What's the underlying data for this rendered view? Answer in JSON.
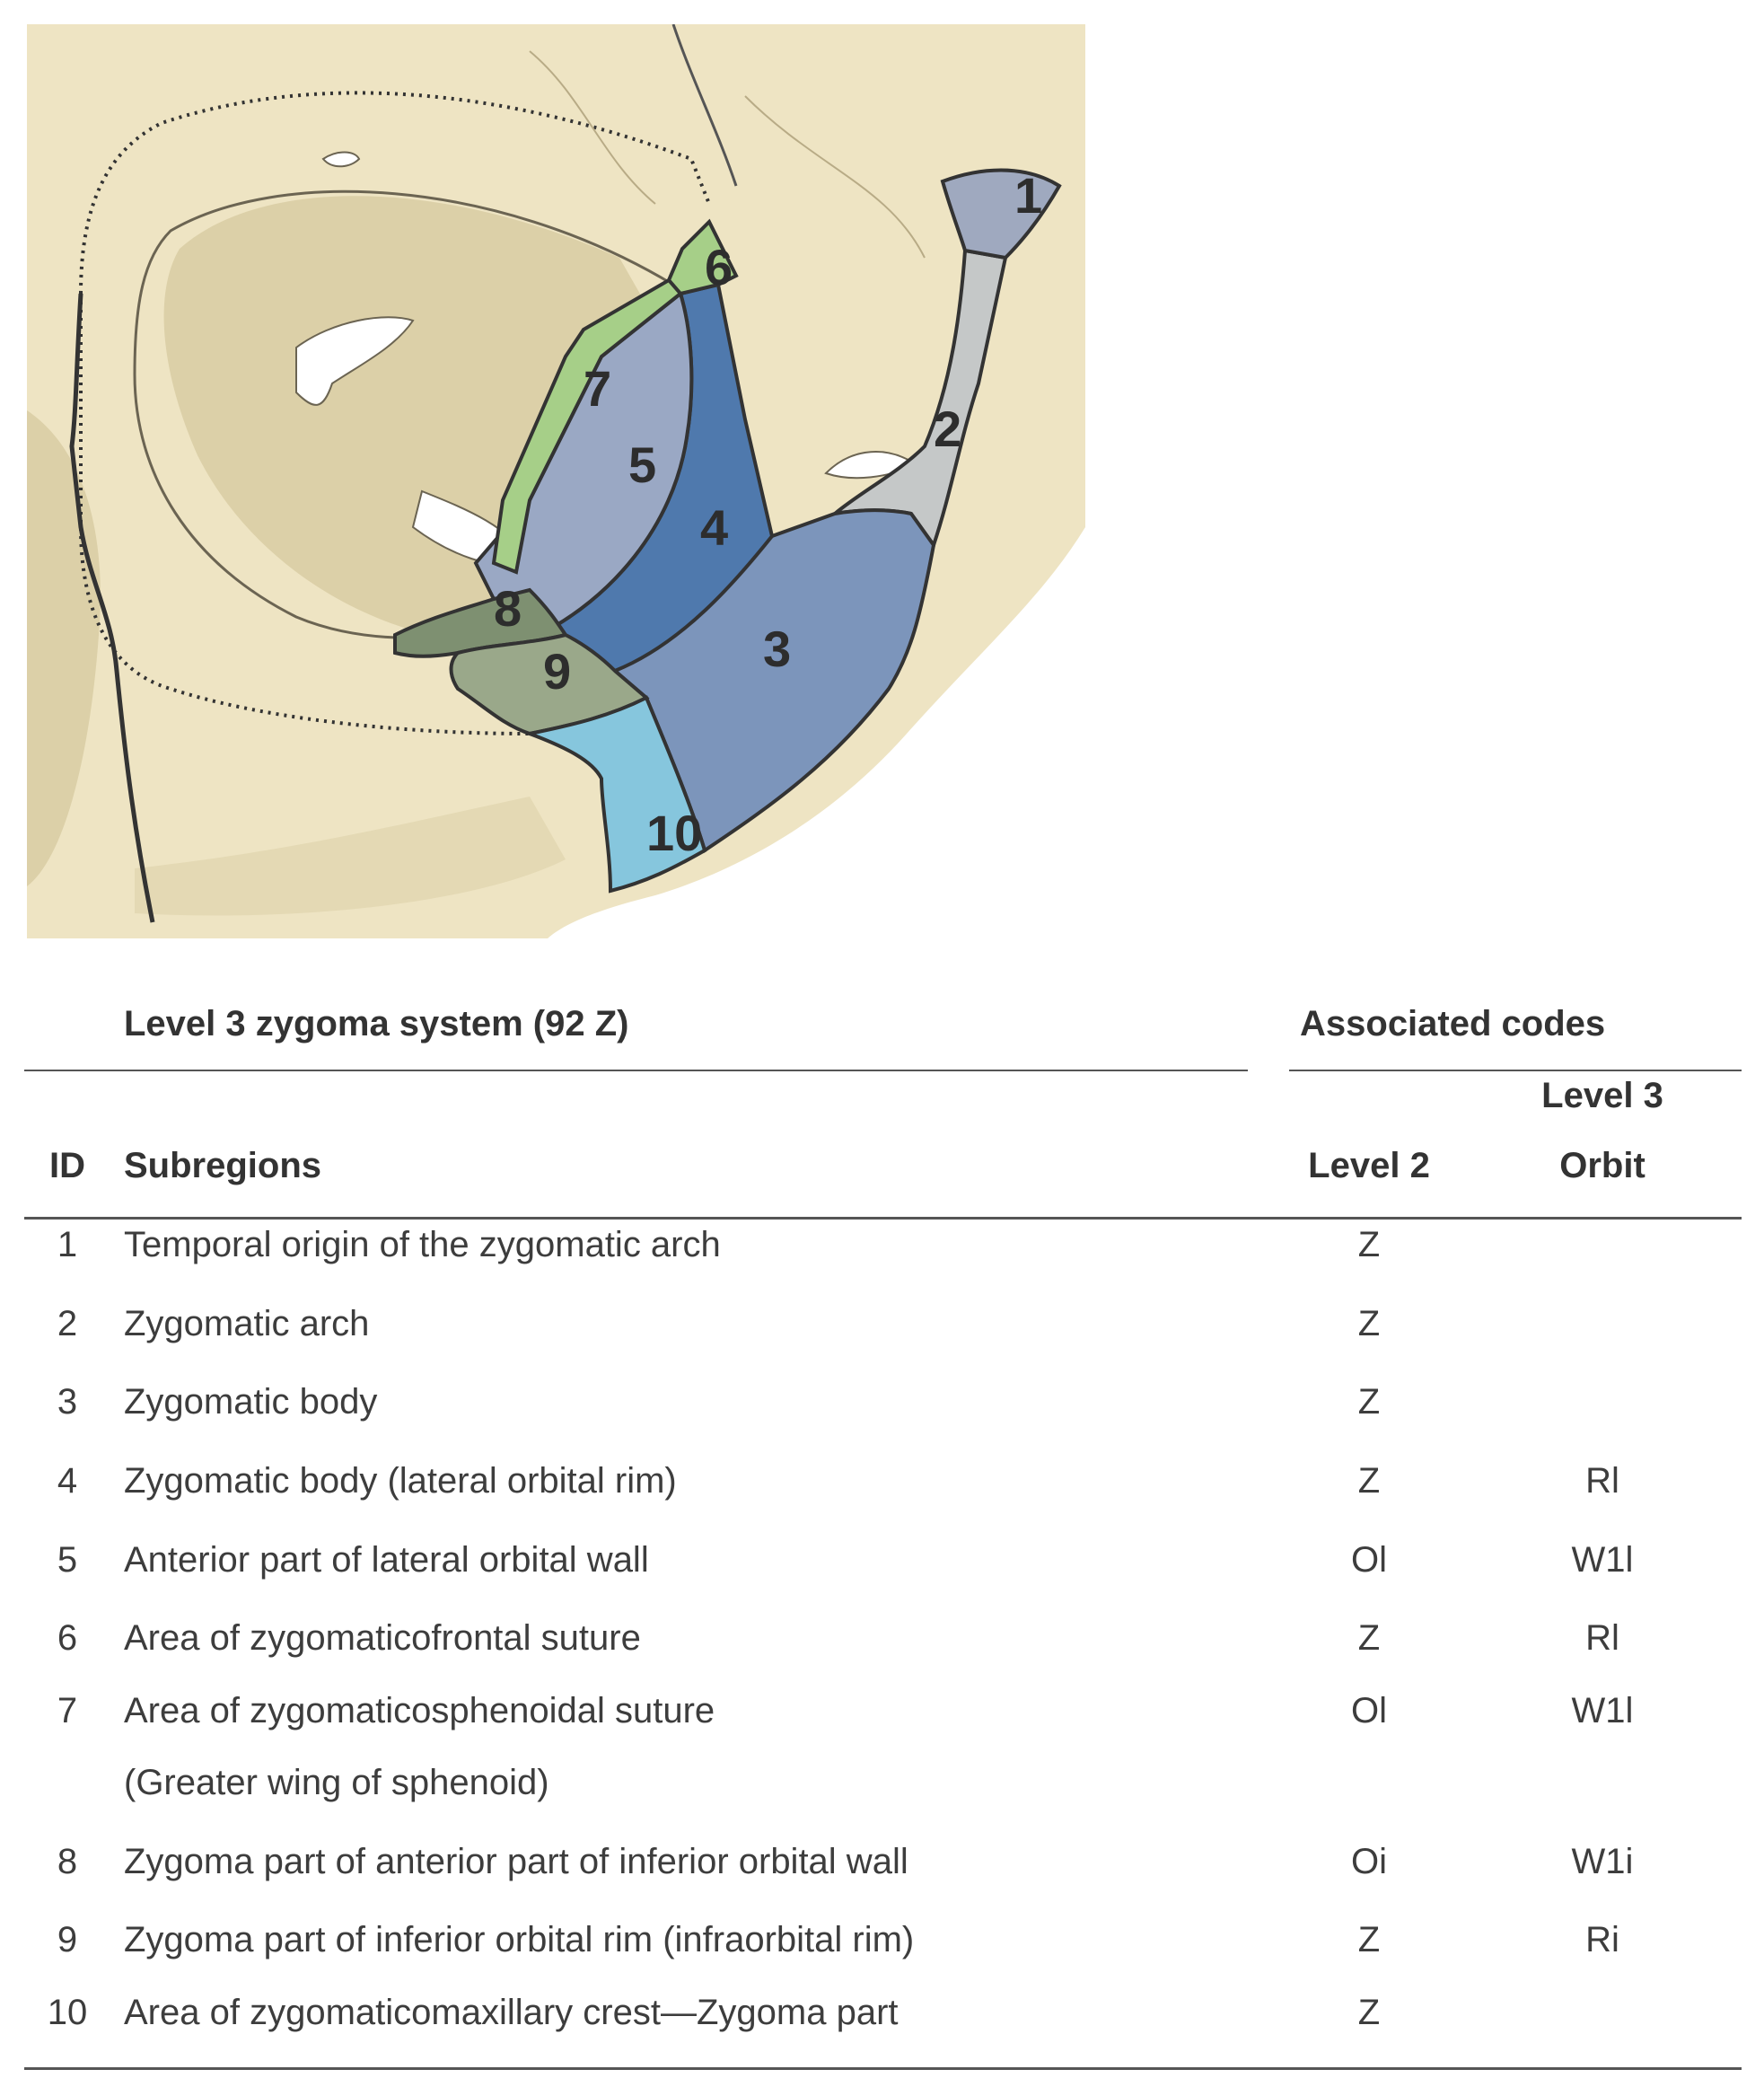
{
  "figure": {
    "labels": [
      "1",
      "2",
      "3",
      "4",
      "5",
      "6",
      "7",
      "8",
      "9",
      "10"
    ],
    "colors": {
      "background": "#eee4c3",
      "bone_shade": "#dcd0a8",
      "region_1": "#9fa9bf",
      "region_2": "#c5c8c8",
      "region_3": "#7c95bb",
      "region_4": "#4f79ad",
      "region_5": "#9aa8c4",
      "region_6": "#a6cf88",
      "region_7": "#a6cf88",
      "region_8": "#7e9071",
      "region_9": "#9aa88a",
      "region_10": "#86c6dd"
    }
  },
  "table": {
    "title": "Level 3 zygoma system (92 Z)",
    "associated_codes": "Associated codes",
    "level3_line1": "Level 3",
    "col_id": "ID",
    "col_subregions": "Subregions",
    "col_level2": "Level 2",
    "col_orbit": "Orbit",
    "rows": [
      {
        "id": "1",
        "subregion": "Temporal origin of the zygomatic arch",
        "level2": "Z",
        "orbit": ""
      },
      {
        "id": "2",
        "subregion": "Zygomatic arch",
        "level2": "Z",
        "orbit": ""
      },
      {
        "id": "3",
        "subregion": "Zygomatic body",
        "level2": "Z",
        "orbit": ""
      },
      {
        "id": "4",
        "subregion": "Zygomatic body (lateral orbital rim)",
        "level2": "Z",
        "orbit": "Rl"
      },
      {
        "id": "5",
        "subregion": "Anterior part of lateral orbital wall",
        "level2": "Ol",
        "orbit": "W1l"
      },
      {
        "id": "6",
        "subregion": "Area of zygomaticofrontal suture",
        "level2": "Z",
        "orbit": "Rl"
      },
      {
        "id": "7",
        "subregion": "Area of zygomaticosphenoidal suture",
        "subregion2": "(Greater wing of sphenoid)",
        "level2": "Ol",
        "orbit": "W1l"
      },
      {
        "id": "8",
        "subregion": "Zygoma part of anterior part of inferior orbital wall",
        "level2": "Oi",
        "orbit": "W1i"
      },
      {
        "id": "9",
        "subregion": "Zygoma part of inferior orbital rim (infraorbital rim)",
        "level2": "Z",
        "orbit": "Ri"
      },
      {
        "id": "10",
        "subregion": "Area of zygomaticomaxillary crest—Zygoma part",
        "level2": "Z",
        "orbit": ""
      }
    ]
  }
}
